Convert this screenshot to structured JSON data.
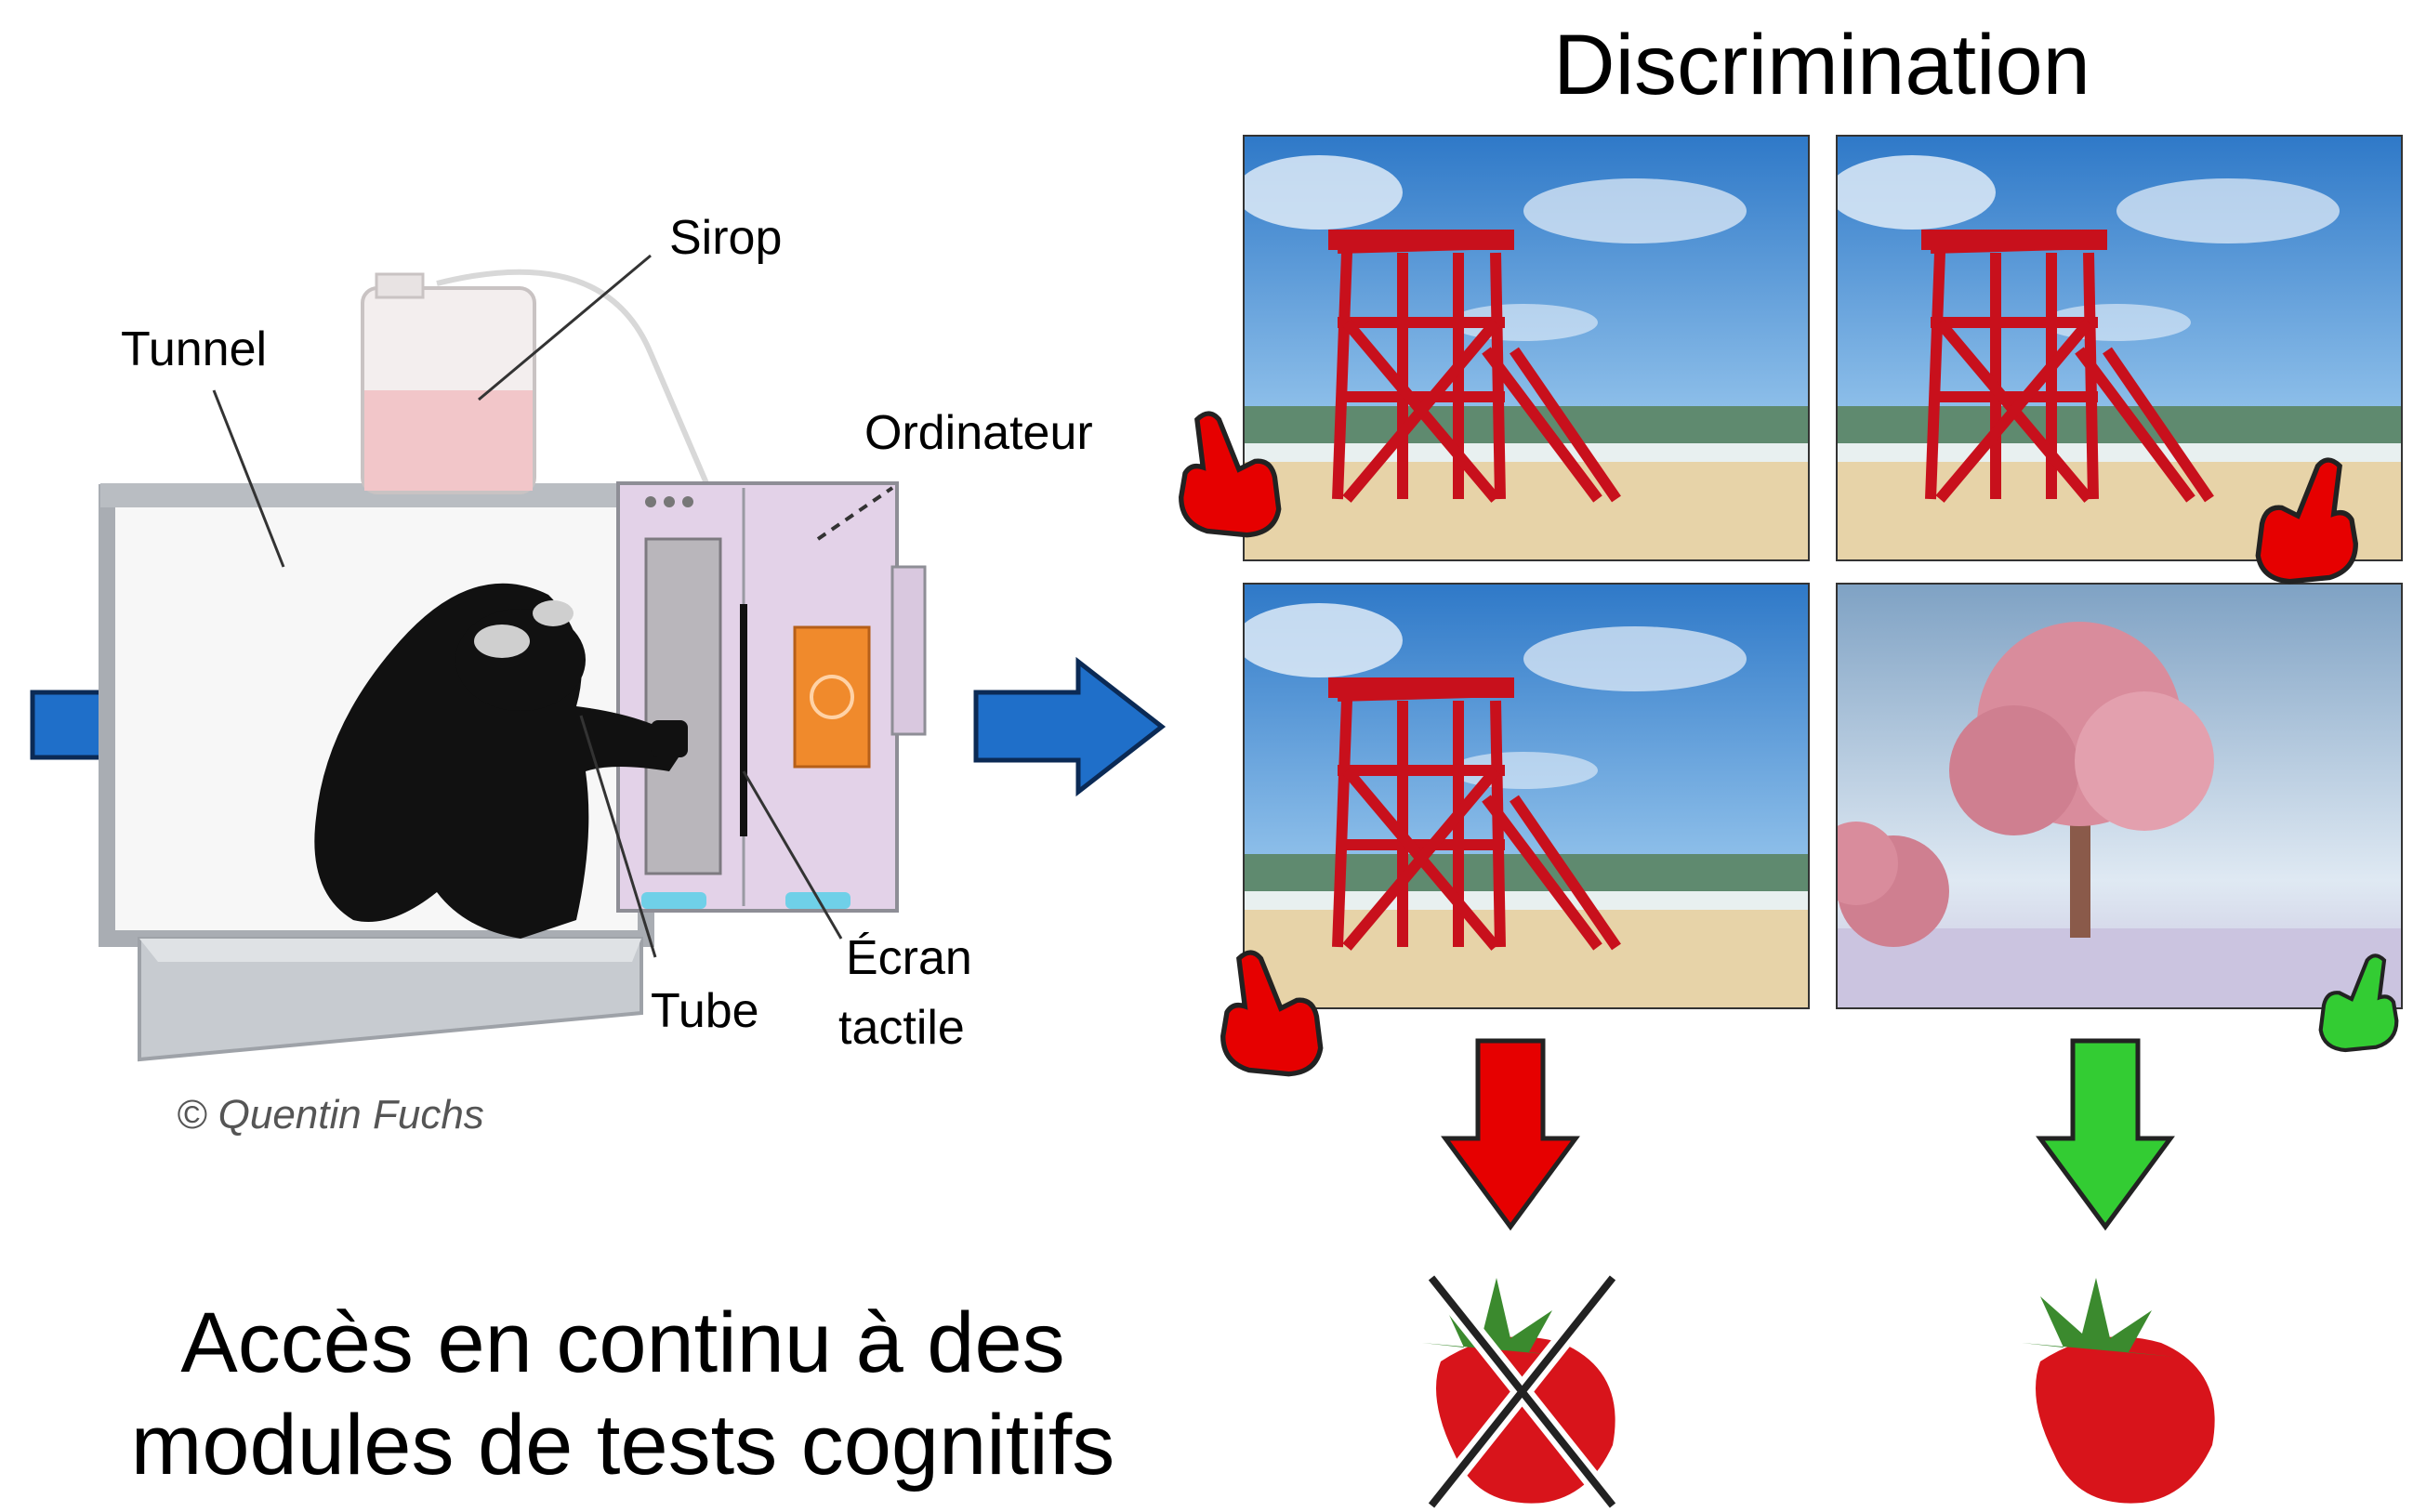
{
  "title": "Discrimination",
  "labels": {
    "tunnel": "Tunnel",
    "sirop": "Sirop",
    "ordinateur": "Ordinateur",
    "tube": "Tube",
    "ecran": "Écran",
    "tactile": "tactile"
  },
  "credit": "© Quentin Fuchs",
  "caption_line1": "Accès en continu à des",
  "caption_line2": "modules de tests cognitifs",
  "colors": {
    "arrow_blue": "#1f6fc9",
    "wrong_red": "#e60000",
    "correct_green": "#33cc33",
    "lifeguard_red": "#c8101c",
    "sky_blue": "#3f8fd6",
    "sand": "#e7d3a8",
    "tree_pink": "#d98c9c"
  },
  "icons": [
    "right-arrow-icon",
    "down-arrow-icon",
    "pointing-hand-icon",
    "strawberry-icon",
    "cross-icon"
  ]
}
